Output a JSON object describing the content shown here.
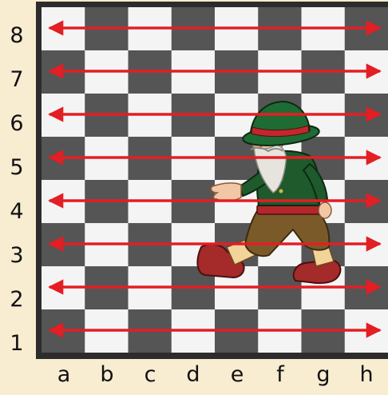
{
  "board": {
    "files": [
      "a",
      "b",
      "c",
      "d",
      "e",
      "f",
      "g",
      "h"
    ],
    "ranks": [
      "8",
      "7",
      "6",
      "5",
      "4",
      "3",
      "2",
      "1"
    ],
    "colors": {
      "light": "#f4f4f4",
      "dark": "#555555",
      "frame": "#2c2c2c",
      "background": "#f8ecd1",
      "arrow": "#e31e24"
    },
    "arrows": {
      "direction": "horizontal-both-ways",
      "rows": [
        "8",
        "7",
        "6",
        "5",
        "4",
        "3",
        "2",
        "1"
      ]
    }
  },
  "illustration": {
    "subject": "walking gnome with green hat",
    "colors": {
      "hat": "#1f6b34",
      "hat_band": "#c1272d",
      "jacket": "#1e5a2c",
      "belt": "#b3262b",
      "pants": "#7a5a28",
      "boots": "#a52a2a",
      "beard": "#e6e4dc",
      "skin": "#f2c7a5"
    }
  }
}
